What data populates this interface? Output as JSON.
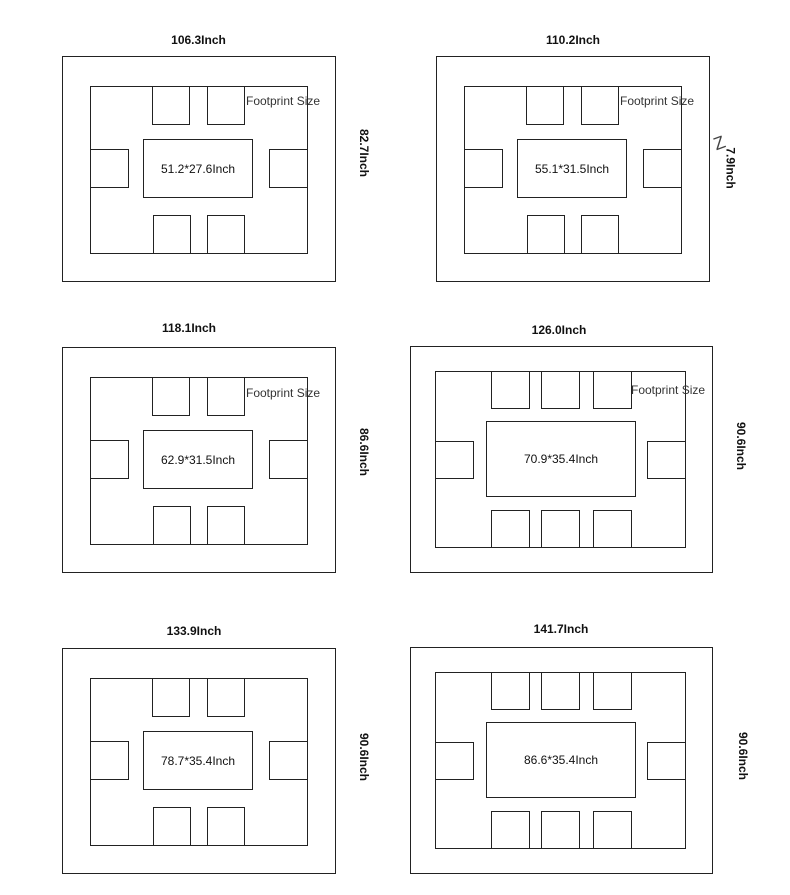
{
  "footprint_label": "Footprint Size",
  "layouts": [
    {
      "width": "106.3Inch",
      "depth": "82.7Inch",
      "table": "51.2*27.6Inch"
    },
    {
      "width": "110.2Inch",
      "depth": "7.9Inch",
      "depth_prefix": "Z",
      "table": "55.1*31.5Inch"
    },
    {
      "width": "118.1Inch",
      "depth": "86.6Inch",
      "table": "62.9*31.5Inch"
    },
    {
      "width": "126.0Inch",
      "depth": "90.6Inch",
      "table": "70.9*35.4Inch"
    },
    {
      "width": "133.9Inch",
      "depth": "90.6Inch",
      "table": "78.7*35.4Inch"
    },
    {
      "width": "141.7Inch",
      "depth": "90.6Inch",
      "table": "86.6*35.4Inch"
    }
  ]
}
